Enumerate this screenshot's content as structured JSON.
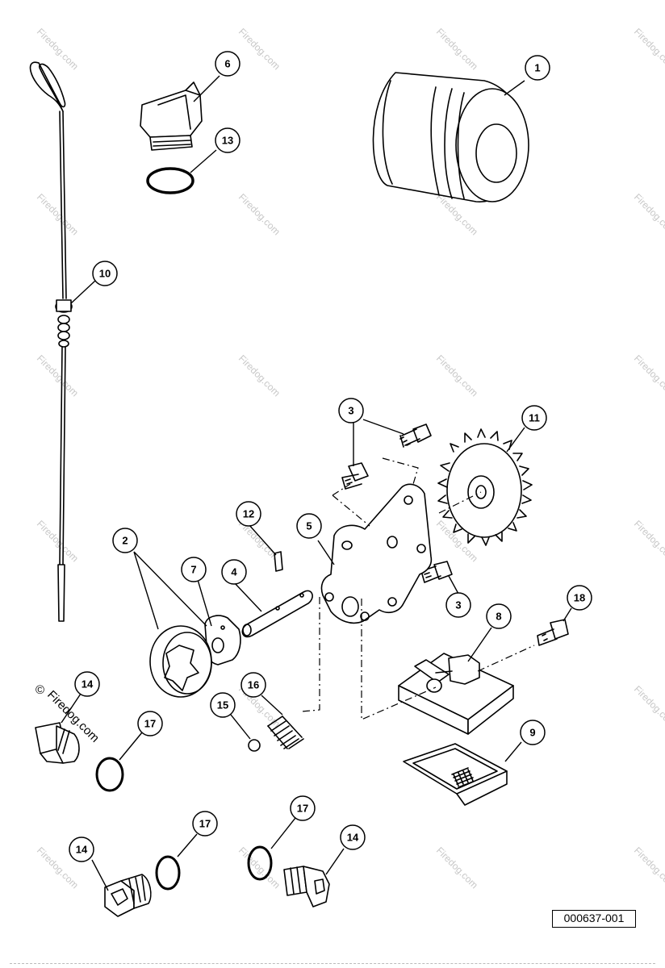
{
  "watermark": {
    "text": "Firedog.com",
    "copyright": "©",
    "large_text": "Firedog.com",
    "large_copyright": "©"
  },
  "drawing_number": "000637-001",
  "callouts": {
    "c1": "1",
    "c2": "2",
    "c3a": "3",
    "c3b": "3",
    "c4": "4",
    "c5": "5",
    "c6": "6",
    "c7": "7",
    "c8": "8",
    "c9": "9",
    "c10": "10",
    "c11": "11",
    "c12": "12",
    "c13": "13",
    "c14a": "14",
    "c14b": "14",
    "c14c": "14",
    "c15": "15",
    "c16": "16",
    "c17a": "17",
    "c17b": "17",
    "c17c": "17",
    "c18": "18"
  }
}
